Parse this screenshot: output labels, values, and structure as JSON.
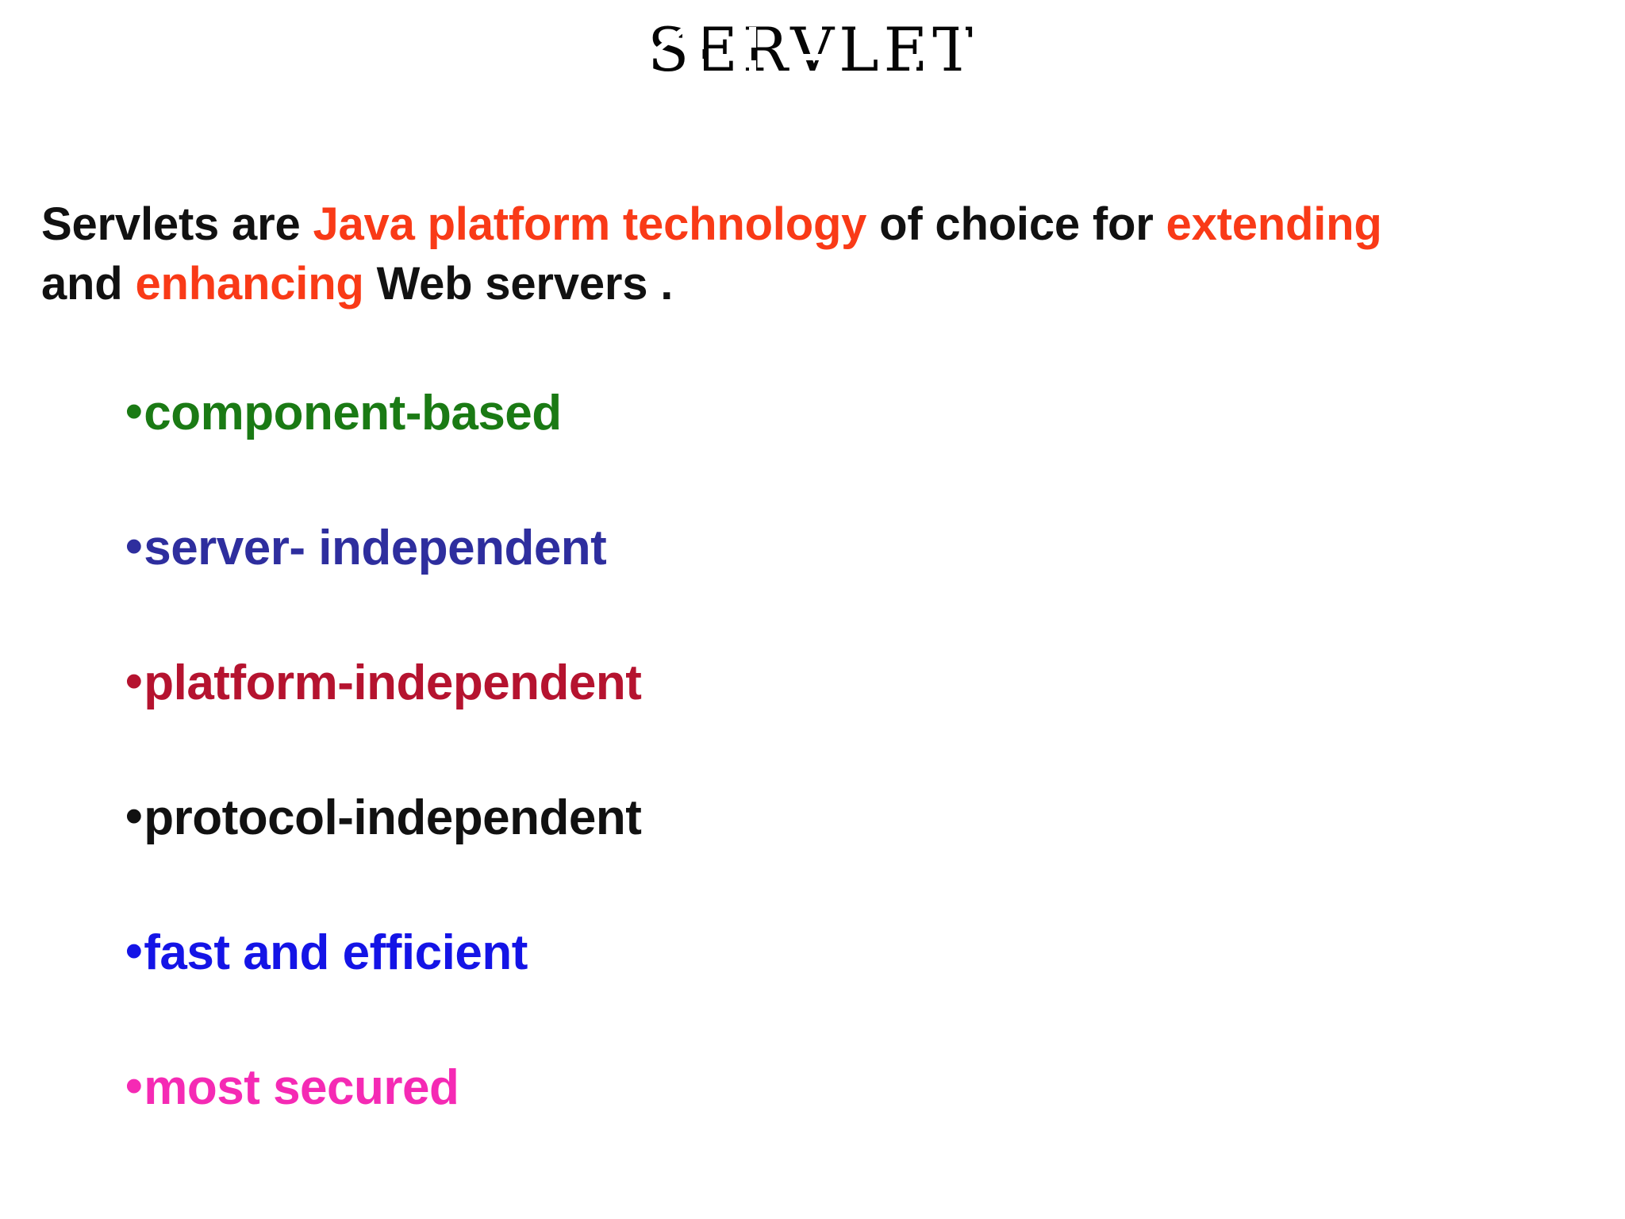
{
  "slide": {
    "background_color": "#FFFFFF",
    "title": "SERVLET"
  },
  "lead_paragraph": {
    "segments": [
      {
        "text": "Servlets are ",
        "color": "#111111"
      },
      {
        "text": "Java platform technology",
        "color": "#F93A17"
      },
      {
        "text": " of choice for ",
        "color": "#111111"
      },
      {
        "text": "extending",
        "color": "#F93A17"
      },
      {
        "text": " and ",
        "color": "#111111"
      },
      {
        "text": "enhancing",
        "color": "#F93A17"
      },
      {
        "text": " Web servers .",
        "color": "#111111"
      }
    ],
    "line1_plain": "Servlets are Java platform technology of choice for",
    "line2_plain": "extending and enhancing Web servers .",
    "part_1": "Servlets are ",
    "part_2": "Java platform technology",
    "part_3": " of choice for ",
    "part_4": "extending",
    "part_5": " and ",
    "part_6": "enhancing",
    "part_7": " Web servers ."
  },
  "bullets": {
    "marker": "•",
    "items": [
      {
        "label": "component-based",
        "color": "#1A7A14"
      },
      {
        "label": "server- independent",
        "color": "#2E2E9E"
      },
      {
        "label": "platform-independent",
        "color": "#B5132F"
      },
      {
        "label": "protocol-independent",
        "color": "#111111"
      },
      {
        "label": "fast and efficient",
        "color": "#1414E6"
      },
      {
        "label": "most secured",
        "color": "#F52AB4"
      }
    ]
  },
  "palette": {
    "accent_orange_red": "#F93A17",
    "green": "#1A7A14",
    "indigo": "#2E2E9E",
    "crimson": "#B5132F",
    "black": "#111111",
    "blue": "#1414E6",
    "magenta": "#F52AB4"
  }
}
